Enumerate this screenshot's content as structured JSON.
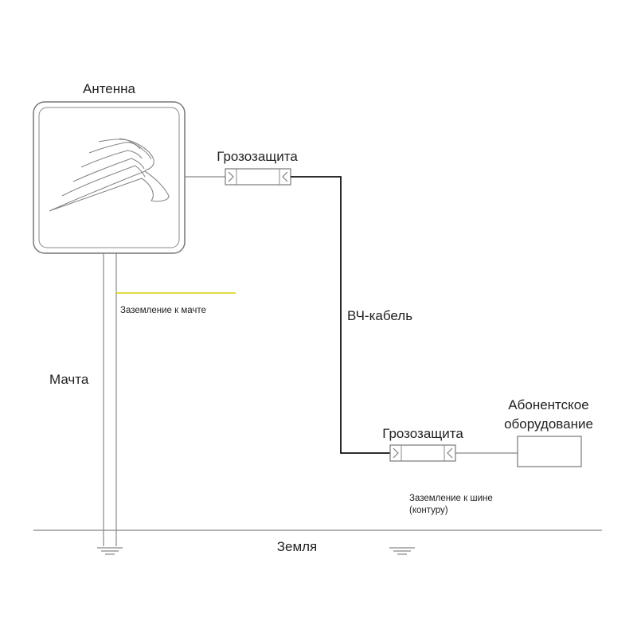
{
  "labels": {
    "antenna": "Антенна",
    "arrester_top": "Грозозащита",
    "arrester_bottom": "Грозозащита",
    "rf_cable": "ВЧ-кабель",
    "mast": "Мачта",
    "ground_to_mast": "Заземление к мачте",
    "ground_to_bus_line1": "Заземление к шине",
    "ground_to_bus_line2": "(контуру)",
    "subscriber_line1": "Абонентское",
    "subscriber_line2": "оборудование",
    "earth": "Земля"
  },
  "colors": {
    "outline": "#888888",
    "rf_cable": "#111111",
    "ground_wire_top": "#d8d000",
    "ground_wire_bottom": "#2ea82e",
    "ground_line": "#999999"
  },
  "icons": {
    "antenna_logo": "sail-logo-icon",
    "ground": "ground-symbol-icon"
  }
}
